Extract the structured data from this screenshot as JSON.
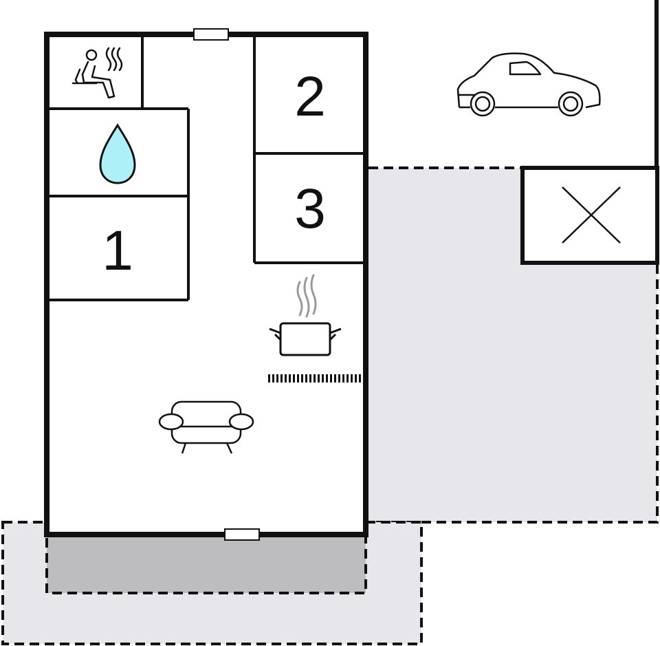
{
  "floorplan": {
    "rooms": [
      {
        "id": "bedroom-1",
        "label": "1"
      },
      {
        "id": "bedroom-2",
        "label": "2"
      },
      {
        "id": "bedroom-3",
        "label": "3"
      }
    ],
    "icons": [
      "sauna-icon",
      "water-drop-icon",
      "car-icon",
      "kitchen-pot-icon",
      "sofa-icon",
      "cross-icon"
    ],
    "colors": {
      "wall": "#111111",
      "terrace": "#e6e6eb",
      "covered_terrace": "#bdbdbf",
      "water": "#aef0f7"
    }
  }
}
